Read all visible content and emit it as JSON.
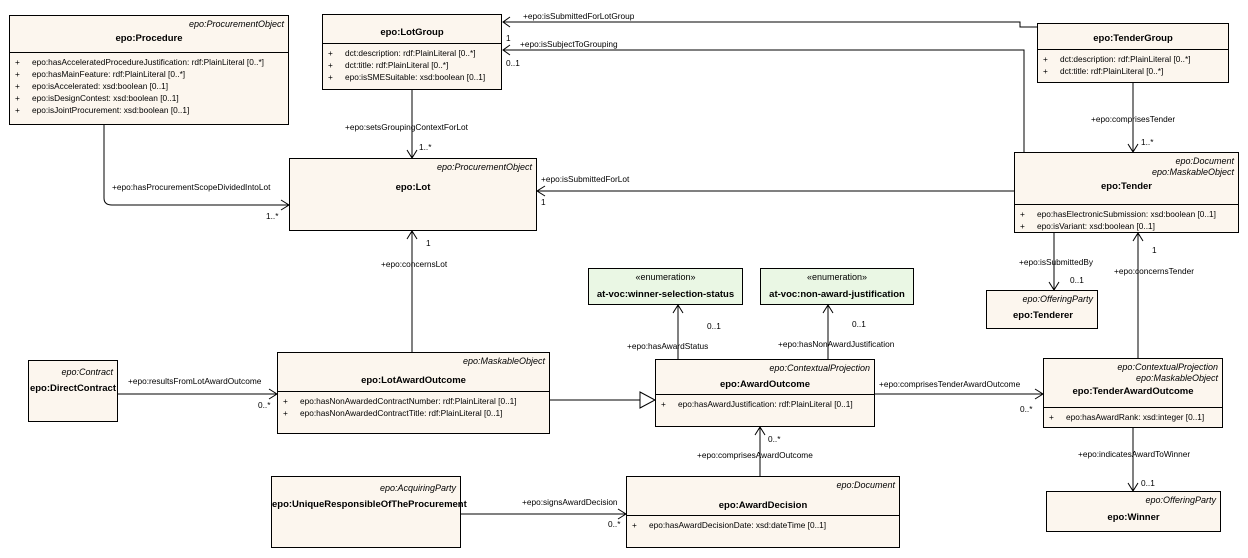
{
  "classes": {
    "procedure": {
      "stereotype": "epo:ProcurementObject",
      "name": "epo:Procedure",
      "attributes": [
        "epo:hasAcceleratedProcedureJustification: rdf:PlainLiteral [0..*]",
        "epo:hasMainFeature: rdf:PlainLiteral [0..*]",
        "epo:isAccelerated: xsd:boolean [0..1]",
        "epo:isDesignContest: xsd:boolean [0..1]",
        "epo:isJointProcurement: xsd:boolean [0..1]"
      ]
    },
    "lotgroup": {
      "stereotype": "",
      "name": "epo:LotGroup",
      "attributes": [
        "dct:description: rdf:PlainLiteral [0..*]",
        "dct:title: rdf:PlainLiteral [0..*]",
        "epo:isSMESuitable: xsd:boolean [0..1]"
      ]
    },
    "tendergroup": {
      "stereotype": "",
      "name": "epo:TenderGroup",
      "attributes": [
        "dct:description: rdf:PlainLiteral [0..*]",
        "dct:title: rdf:PlainLiteral [0..*]"
      ]
    },
    "lot": {
      "stereotype": "epo:ProcurementObject",
      "name": "epo:Lot",
      "attributes": []
    },
    "tender": {
      "stereotype": "epo:Document",
      "stereotype2": "epo:MaskableObject",
      "name": "epo:Tender",
      "attributes": [
        "epo:hasElectronicSubmission: xsd:boolean [0..1]",
        "epo:isVariant: xsd:boolean [0..1]"
      ]
    },
    "winnerstatus": {
      "stereotype": "«enumeration»",
      "name": "at-voc:winner-selection-status"
    },
    "nonaward": {
      "stereotype": "«enumeration»",
      "name": "at-voc:non-award-justification"
    },
    "tenderer": {
      "stereotype": "epo:OfferingParty",
      "name": "epo:Tenderer"
    },
    "directcontract": {
      "stereotype": "epo:Contract",
      "name": "epo:DirectContract"
    },
    "lotaward": {
      "stereotype": "epo:MaskableObject",
      "name": "epo:LotAwardOutcome",
      "attributes": [
        "epo:hasNonAwardedContractNumber: rdf:PlainLiteral [0..1]",
        "epo:hasNonAwardedContractTitle: rdf:PlainLiteral [0..1]"
      ]
    },
    "awardoutcome": {
      "stereotype": "epo:ContextualProjection",
      "name": "epo:AwardOutcome",
      "attributes": [
        "epo:hasAwardJustification: rdf:PlainLiteral [0..1]"
      ]
    },
    "tenderaward": {
      "stereotype": "epo:ContextualProjection",
      "stereotype2": "epo:MaskableObject",
      "name": "epo:TenderAwardOutcome",
      "attributes": [
        "epo:hasAwardRank: xsd:integer [0..1]"
      ]
    },
    "unique": {
      "stereotype": "epo:AcquiringParty",
      "name": "epo:UniqueResponsibleOfTheProcurement"
    },
    "awarddecision": {
      "stereotype": "epo:Document",
      "name": "epo:AwardDecision",
      "attributes": [
        "epo:hasAwardDecisionDate: xsd:dateTime [0..1]"
      ]
    },
    "winner": {
      "stereotype": "epo:OfferingParty",
      "name": "epo:Winner"
    }
  },
  "visibility_symbol": "+",
  "labels": {
    "submitted_lotgroup": "+epo:isSubmittedForLotGroup",
    "submitted_lotgroup_mult": "1",
    "subject_grouping": "+epo:isSubjectToGrouping",
    "subject_grouping_mult": "0..1",
    "sets_grouping": "+epo:setsGroupingContextForLot",
    "sets_grouping_mult": "1..*",
    "comprises_tender": "+epo:comprisesTender",
    "comprises_tender_mult": "1..*",
    "scope_divided": "+epo:hasProcurementScopeDividedIntoLot",
    "scope_divided_mult": "1..*",
    "submitted_lot": "+epo:isSubmittedForLot",
    "submitted_lot_mult": "1",
    "concerns_lot": "+epo:concernsLot",
    "concerns_lot_mult": "1",
    "submitted_by": "+epo:isSubmittedBy",
    "submitted_by_mult": "0..1",
    "concerns_tender": "+epo:concernsTender",
    "concerns_tender_mult": "1",
    "award_status": "+epo:hasAwardStatus",
    "award_status_mult": "0..1",
    "non_award": "+epo:hasNonAwardJustification",
    "non_award_mult": "0..1",
    "results_from": "+epo:resultsFromLotAwardOutcome",
    "results_from_mult": "0..*",
    "comprises_tao": "+epo:comprisesTenderAwardOutcome",
    "comprises_tao_mult": "0..*",
    "comprises_ao": "+epo:comprisesAwardOutcome",
    "comprises_ao_mult": "0..*",
    "indicates_winner": "+epo:indicatesAwardToWinner",
    "indicates_winner_mult": "0..1",
    "signs_decision": "+epo:signsAwardDecision",
    "signs_decision_mult": "0..*"
  }
}
